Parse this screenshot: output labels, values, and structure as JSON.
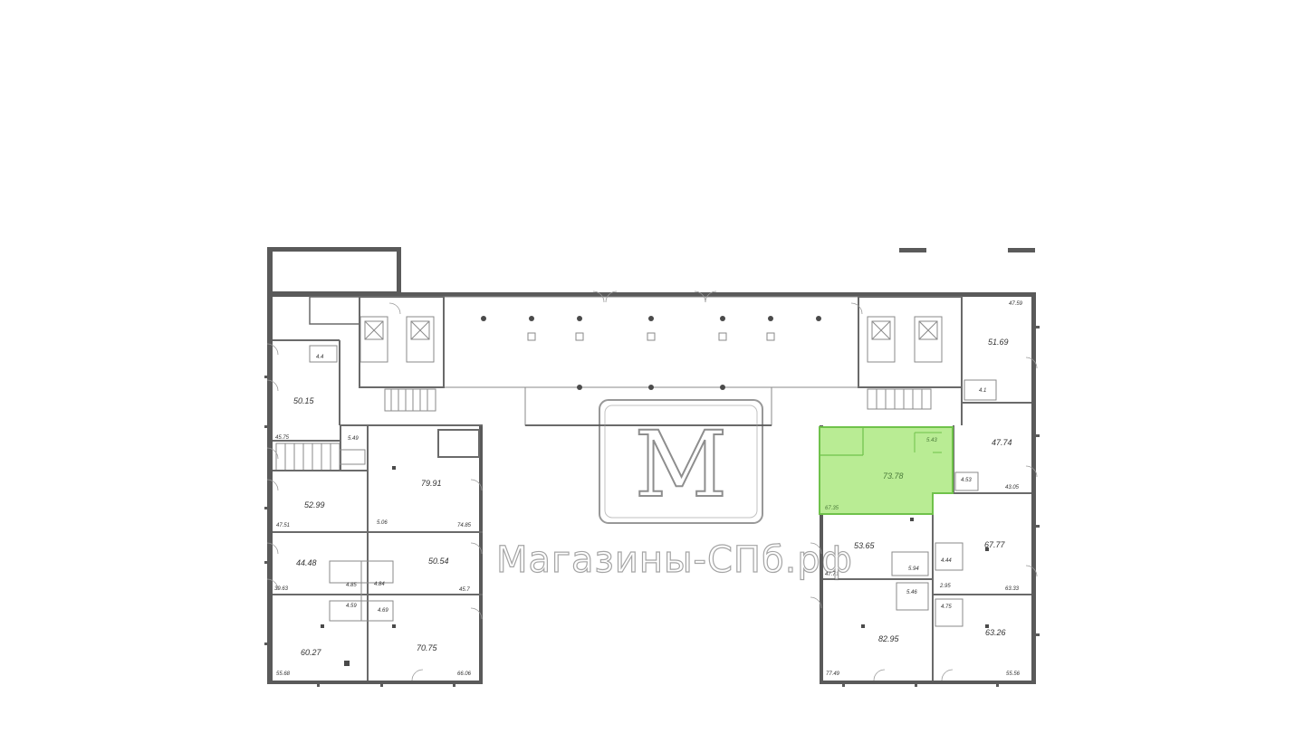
{
  "watermark": {
    "brand_text": "Магазины-СПб.рф",
    "logo_letter": "M"
  },
  "colors": {
    "wall": "#5a5a5a",
    "highlight_fill": "#b9ec94",
    "highlight_stroke": "#6fc24a",
    "background": "#ffffff"
  },
  "units": {
    "big": [
      "50.15",
      "52.99",
      "44.48",
      "60.27",
      "79.91",
      "50.54",
      "70.75",
      "51.69",
      "47.74",
      "73.78",
      "53.65",
      "67.77",
      "82.95",
      "63.26"
    ],
    "small": [
      "47.59",
      "45.75",
      "4.4",
      "5.49",
      "47.51",
      "39.63",
      "4.85",
      "4.84",
      "45.7",
      "4.59",
      "4.69",
      "55.68",
      "66.06",
      "5.06",
      "74.85",
      "4.1",
      "43.05",
      "4.53",
      "5.43",
      "67.35",
      "47.71",
      "5.94",
      "4.44",
      "5.46",
      "2.95",
      "4.75",
      "63.33",
      "77.49",
      "55.56"
    ]
  }
}
